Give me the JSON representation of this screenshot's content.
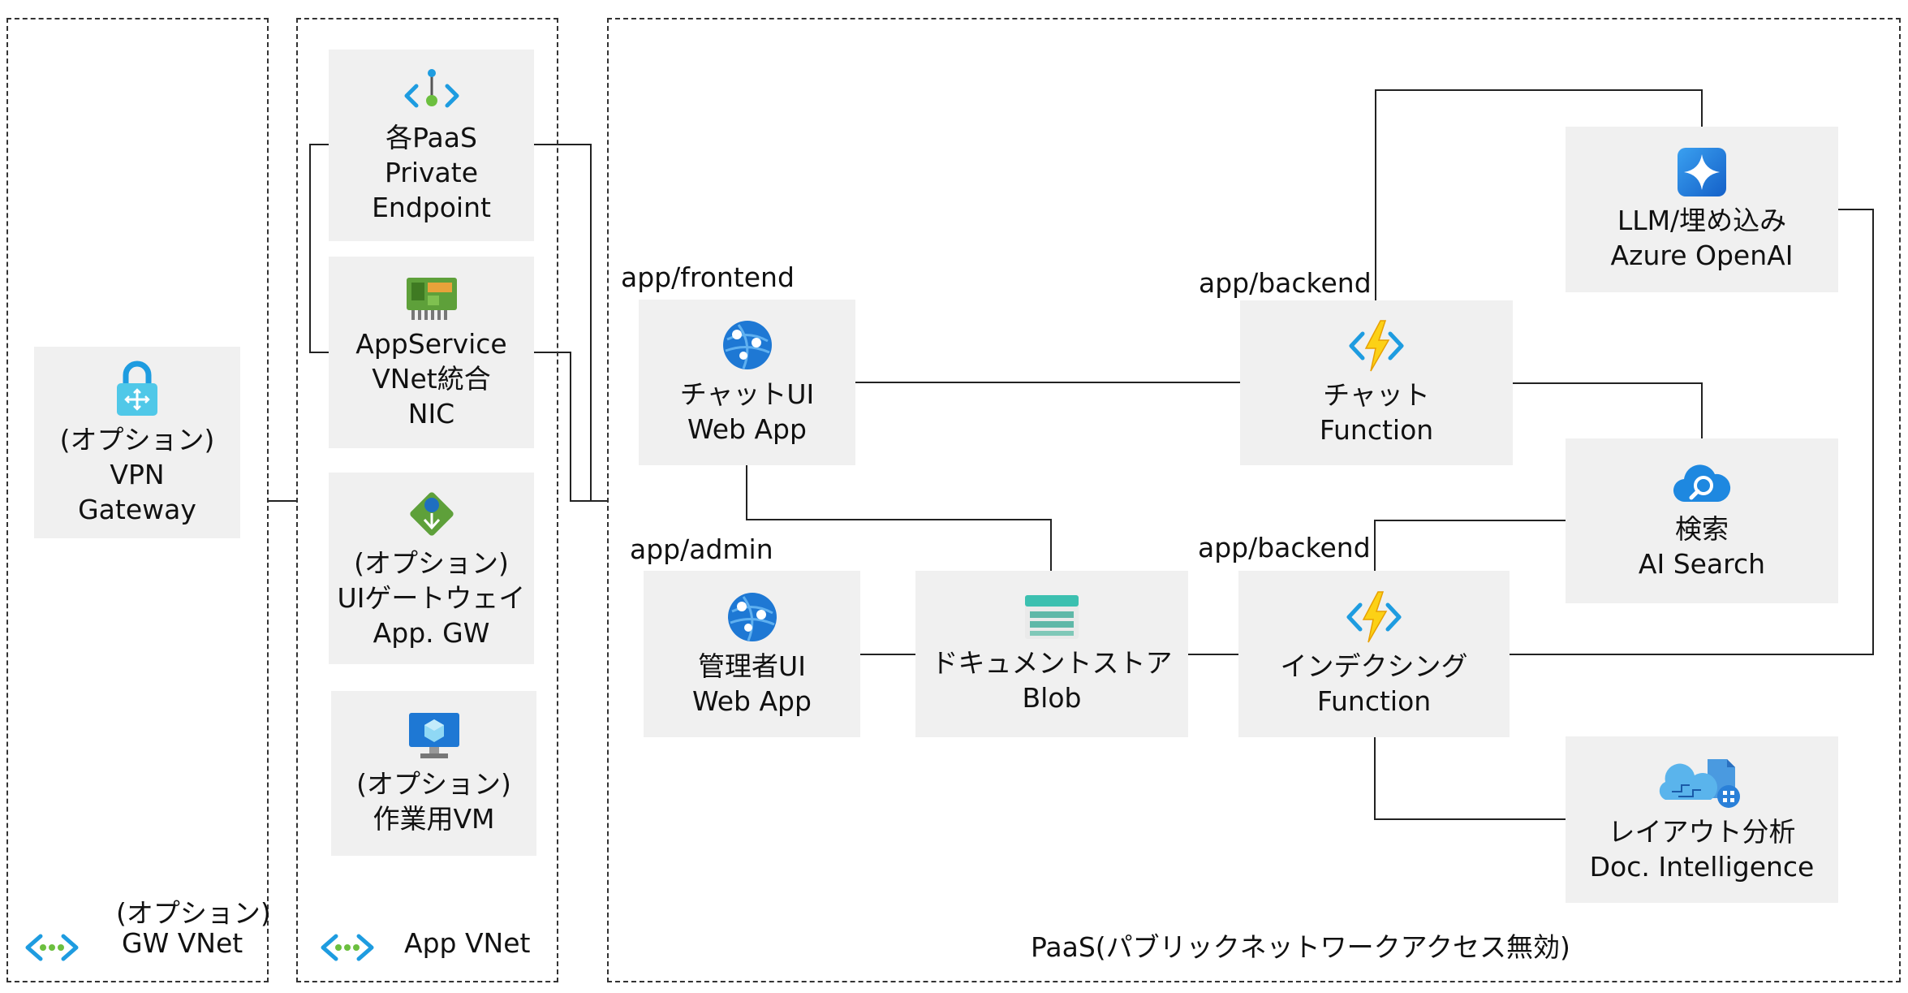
{
  "groups": {
    "gw_vnet": {
      "line1": "(オプション)",
      "line2": "GW VNet",
      "icon": "vnet-icon"
    },
    "app_vnet": {
      "label": "App VNet",
      "icon": "vnet-icon"
    },
    "paas": {
      "label": "PaaS(パブリックネットワークアクセス無効)"
    }
  },
  "nodes": {
    "vpn": {
      "line1": "(オプション)",
      "line2": "VPN",
      "line3": "Gateway",
      "icon": "vpn-gateway-lock-icon"
    },
    "pe": {
      "line1": "各PaaS",
      "line2": "Private",
      "line3": "Endpoint",
      "icon": "private-endpoint-icon"
    },
    "nic": {
      "line1": "AppService",
      "line2": "VNet統合",
      "line3": "NIC",
      "icon": "network-interface-card-icon"
    },
    "appgw": {
      "line1": "(オプション)",
      "line2": "UIゲートウェイ",
      "line3": "App. GW",
      "icon": "application-gateway-icon"
    },
    "vm": {
      "line1": "(オプション)",
      "line2": "作業用VM",
      "icon": "virtual-machine-icon"
    },
    "chat_ui": {
      "tag": "app/frontend",
      "line1": "チャットUI",
      "line2": "Web App",
      "icon": "web-app-icon"
    },
    "admin_ui": {
      "tag": "app/admin",
      "line1": "管理者UI",
      "line2": "Web App",
      "icon": "web-app-icon"
    },
    "blob": {
      "line1": "ドキュメントストア",
      "line2": "Blob",
      "icon": "blob-storage-icon"
    },
    "chat_func": {
      "tag": "app/backend",
      "line1": "チャット",
      "line2": "Function",
      "icon": "function-app-icon"
    },
    "index_func": {
      "tag": "app/backend",
      "line1": "インデクシング",
      "line2": "Function",
      "icon": "function-app-icon"
    },
    "openai": {
      "line1": "LLM/埋め込み",
      "line2": "Azure OpenAI",
      "icon": "azure-openai-icon"
    },
    "search": {
      "line1": "検索",
      "line2": "AI Search",
      "icon": "ai-search-icon"
    },
    "docint": {
      "line1": "レイアウト分析",
      "line2": "Doc. Intelligence",
      "icon": "document-intelligence-icon"
    }
  },
  "colors": {
    "box_fill": "#f0f0f0",
    "azure_blue": "#0078d4",
    "function_yellow": "#fcd116",
    "green": "#5ea03a"
  }
}
